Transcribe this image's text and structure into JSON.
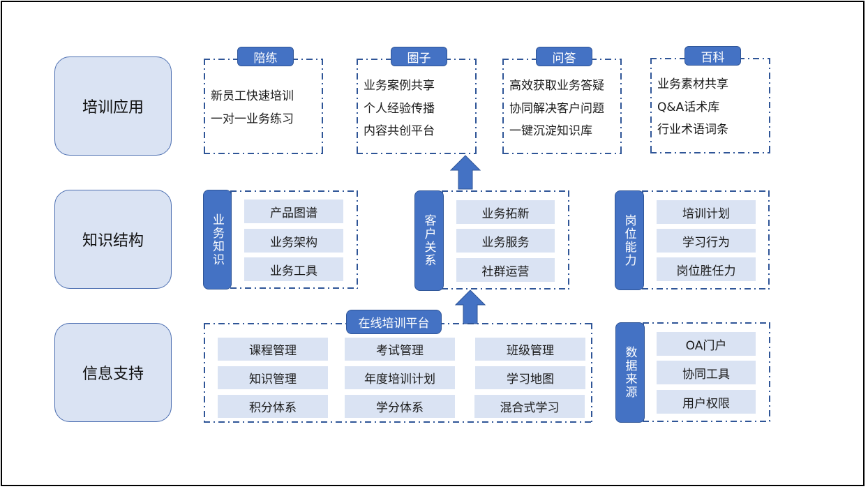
{
  "layers": [
    {
      "label": "培训应用"
    },
    {
      "label": "知识结构"
    },
    {
      "label": "信息支持"
    }
  ],
  "applications": [
    {
      "tab": "陪练",
      "lines": [
        "新员工快速培训",
        "一对一业务练习"
      ]
    },
    {
      "tab": "圈子",
      "lines": [
        "业务案例共享",
        "个人经验传播",
        "内容共创平台"
      ]
    },
    {
      "tab": "问答",
      "lines": [
        "高效获取业务答疑",
        "协同解决客户问题",
        "一键沉淀知识库"
      ]
    },
    {
      "tab": "百科",
      "lines": [
        "业务素材共享",
        "Q&A话术库",
        "行业术语词条"
      ]
    }
  ],
  "knowledge": [
    {
      "label": "业务知识",
      "items": [
        "产品图谱",
        "业务架构",
        "业务工具"
      ]
    },
    {
      "label": "客户关系",
      "items": [
        "业务拓新",
        "业务服务",
        "社群运营"
      ]
    },
    {
      "label": "岗位能力",
      "items": [
        "培训计划",
        "学习行为",
        "岗位胜任力"
      ]
    }
  ],
  "platform": {
    "tab": "在线培训平台",
    "items": [
      [
        "课程管理",
        "考试管理",
        "班级管理"
      ],
      [
        "知识管理",
        "年度培训计划",
        "学习地图"
      ],
      [
        "积分体系",
        "学分体系",
        "混合式学习"
      ]
    ]
  },
  "data_source": {
    "label": "数据来源",
    "items": [
      "OA门户",
      "协同工具",
      "用户权限"
    ]
  },
  "icons": {
    "arrow": "arrow-up-icon"
  },
  "colors": {
    "accent": "#4472c4",
    "box_fill": "#dae3f3",
    "border": "#2f5597"
  }
}
